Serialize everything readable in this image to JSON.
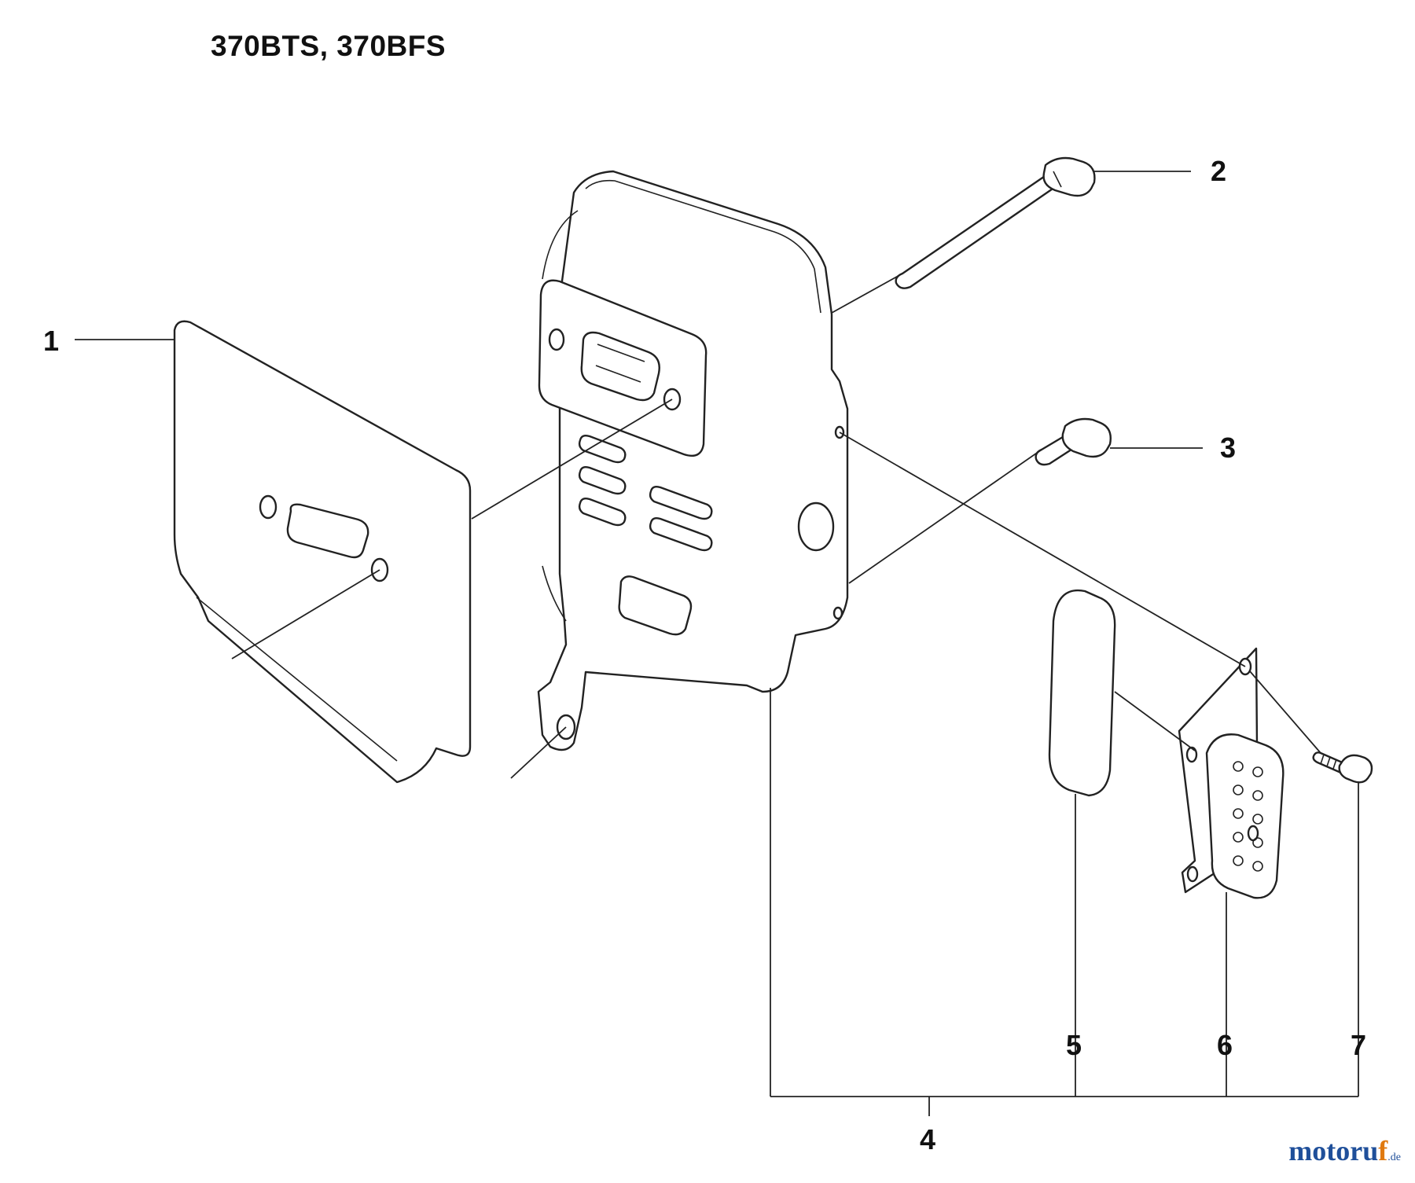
{
  "title": "370BTS, 370BFS",
  "callouts": [
    {
      "id": "1",
      "label": "1"
    },
    {
      "id": "2",
      "label": "2"
    },
    {
      "id": "3",
      "label": "3"
    },
    {
      "id": "4",
      "label": "4"
    },
    {
      "id": "5",
      "label": "5"
    },
    {
      "id": "6",
      "label": "6"
    },
    {
      "id": "7",
      "label": "7"
    }
  ],
  "watermark": {
    "main": "motoru",
    "accent": "f",
    "tld": ".de"
  },
  "colors": {
    "line": "#222222",
    "watermark_blue": "#1f4f9a",
    "watermark_orange": "#e07a10"
  }
}
